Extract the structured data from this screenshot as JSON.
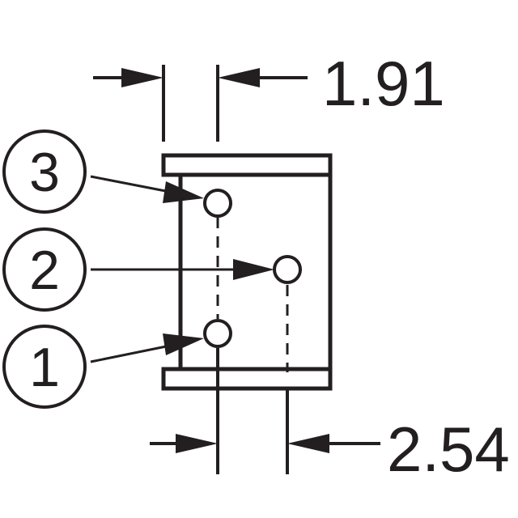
{
  "dimensions": {
    "top": "1.91",
    "bottom": "2.54"
  },
  "pins": [
    {
      "label": "3"
    },
    {
      "label": "2"
    },
    {
      "label": "1"
    }
  ],
  "colors": {
    "line": "#231f20",
    "background": "#ffffff"
  }
}
